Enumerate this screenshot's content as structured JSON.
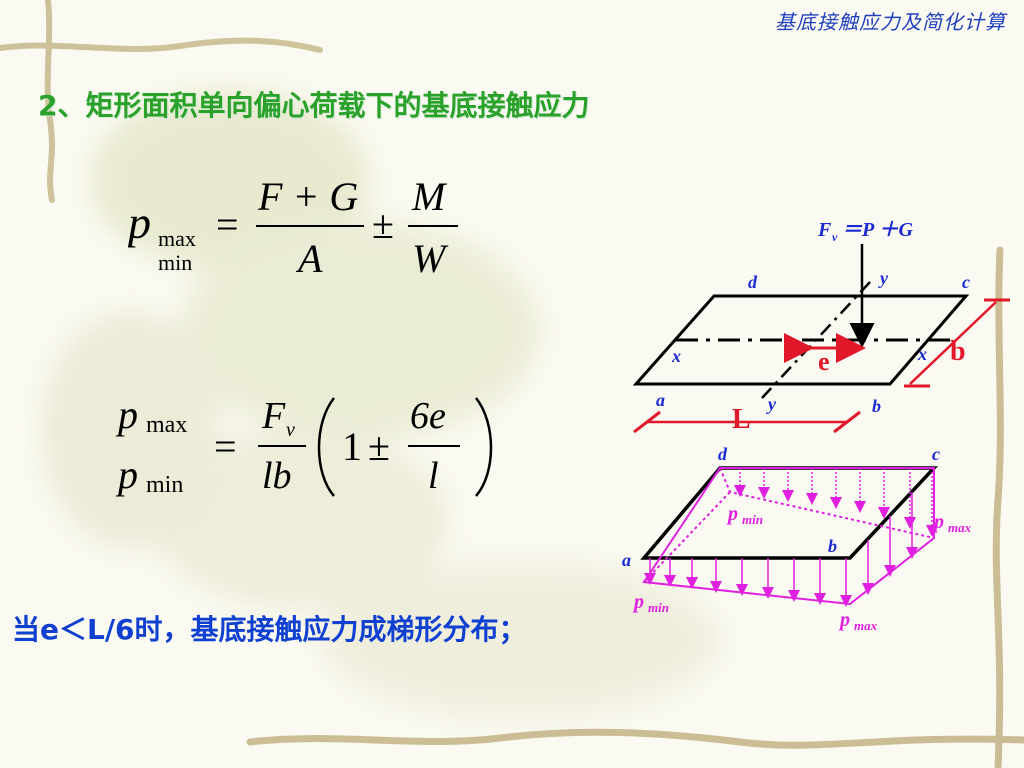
{
  "header": {
    "title": "基底接触应力及简化计算"
  },
  "section": {
    "title": "2、矩形面积单向偏心荷载下的基底接触应力"
  },
  "formula1": {
    "lhs_var": "p",
    "lhs_sup": "max",
    "lhs_sub": "min",
    "eq": "=",
    "num1": "F + G",
    "den1": "A",
    "pm": "±",
    "num2": "M",
    "den2": "W"
  },
  "formula2": {
    "p": "p",
    "max": "max",
    "min": "min",
    "eq": "=",
    "num_F": "F",
    "num_v": "v",
    "den_lb": "lb",
    "one": "1",
    "pm": "±",
    "num_6e": "6e",
    "den_l": "l"
  },
  "conclusion": {
    "text": "当e＜L/6时，基底接触应力成梯形分布；"
  },
  "diagram": {
    "force_label_F": "F",
    "force_label_v": "v",
    "force_label_rest": "＝P ＋G",
    "top_corners": {
      "a": "a",
      "b": "b",
      "c": "c",
      "d": "d"
    },
    "axis_x": "x",
    "axis_y": "y",
    "ecc_label": "e",
    "width_label": "b",
    "length_label": "L",
    "bottom_corners": {
      "a": "a",
      "b": "b",
      "c": "c",
      "d": "d"
    },
    "p_min_label": "p",
    "p_min_sub": "min",
    "p_max_label": "p",
    "p_max_sub": "max",
    "colors": {
      "red": "#e0182a",
      "magenta": "#e020e0",
      "blue": "#1a2ad0",
      "black": "#000000"
    }
  }
}
